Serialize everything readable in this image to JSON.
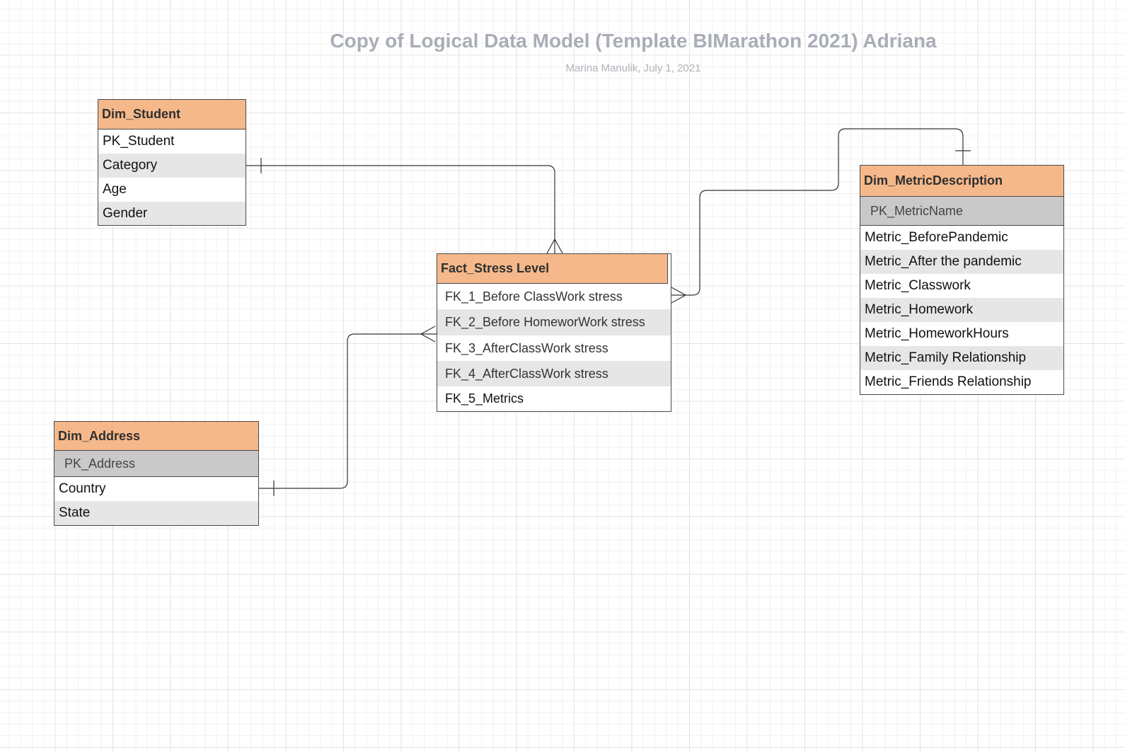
{
  "diagram": {
    "title": "Copy of Logical Data Model (Template BIMarathon 2021) Adriana",
    "subtitle": "Marina Manulik, July 1, 2021"
  },
  "entities": {
    "dim_student": {
      "name": "Dim_Student",
      "fields": [
        "PK_Student",
        "Category",
        "Age",
        "Gender"
      ]
    },
    "fact_stress_level": {
      "name": "Fact_Stress Level",
      "fields": [
        "FK_1_Before ClassWork stress",
        "FK_2_Before HomeworWork stress",
        "FK_3_AfterClassWork stress",
        "FK_4_AfterClassWork stress",
        "FK_5_Metrics"
      ]
    },
    "dim_metric_description": {
      "name": "Dim_MetricDescription",
      "primary_key": "PK_MetricName",
      "fields": [
        "Metric_BeforePandemic",
        "Metric_After the pandemic",
        "Metric_Classwork",
        "Metric_Homework",
        "Metric_HomeworkHours",
        "Metric_Family Relationship",
        "Metric_Friends Relationship"
      ]
    },
    "dim_address": {
      "name": "Dim_Address",
      "primary_key": "PK_Address",
      "fields": [
        "Country",
        "State"
      ]
    }
  },
  "relationships": [
    {
      "from": "Dim_Student",
      "to": "Fact_Stress Level",
      "from_end": "one",
      "to_end": "many"
    },
    {
      "from": "Dim_MetricDescription",
      "to": "Fact_Stress Level",
      "from_end": "one",
      "to_end": "many"
    },
    {
      "from": "Dim_Address",
      "to": "Fact_Stress Level",
      "from_end": "one",
      "to_end": "many"
    }
  ]
}
